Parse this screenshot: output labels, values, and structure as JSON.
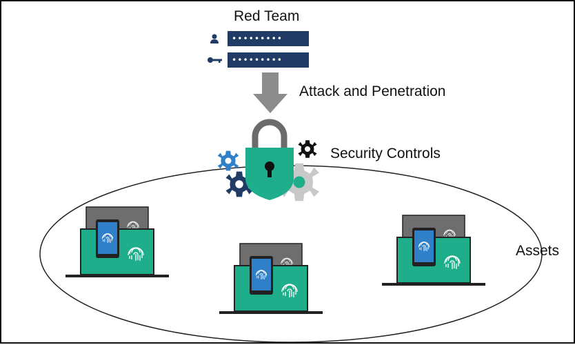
{
  "diagram": {
    "title": "Red Team",
    "attack_label": "Attack and Penetration",
    "controls_label": "Security Controls",
    "assets_label": "Assets",
    "login_fields": [
      {
        "icon": "user-icon",
        "mask": "•••••••••"
      },
      {
        "icon": "key-icon",
        "mask": "•••••••••"
      }
    ],
    "asset_devices": [
      "laptop-with-tablet",
      "laptop-with-tablet",
      "laptop-with-tablet"
    ],
    "icons": [
      "user-icon",
      "key-icon",
      "down-arrow-icon",
      "padlock-shield-icon",
      "gear-icon",
      "fingerprint-icon"
    ],
    "colors": {
      "navy": "#1f3b66",
      "teal": "#1fae8c",
      "blue_gear": "#2f80c8",
      "dark_gear": "#1f3b66",
      "gray_gear": "#c8c8c8",
      "black_gear": "#111111",
      "arrow": "#8c8c8c",
      "tablet": "#2f80c8",
      "screen_back": "#6e6e6e"
    }
  }
}
